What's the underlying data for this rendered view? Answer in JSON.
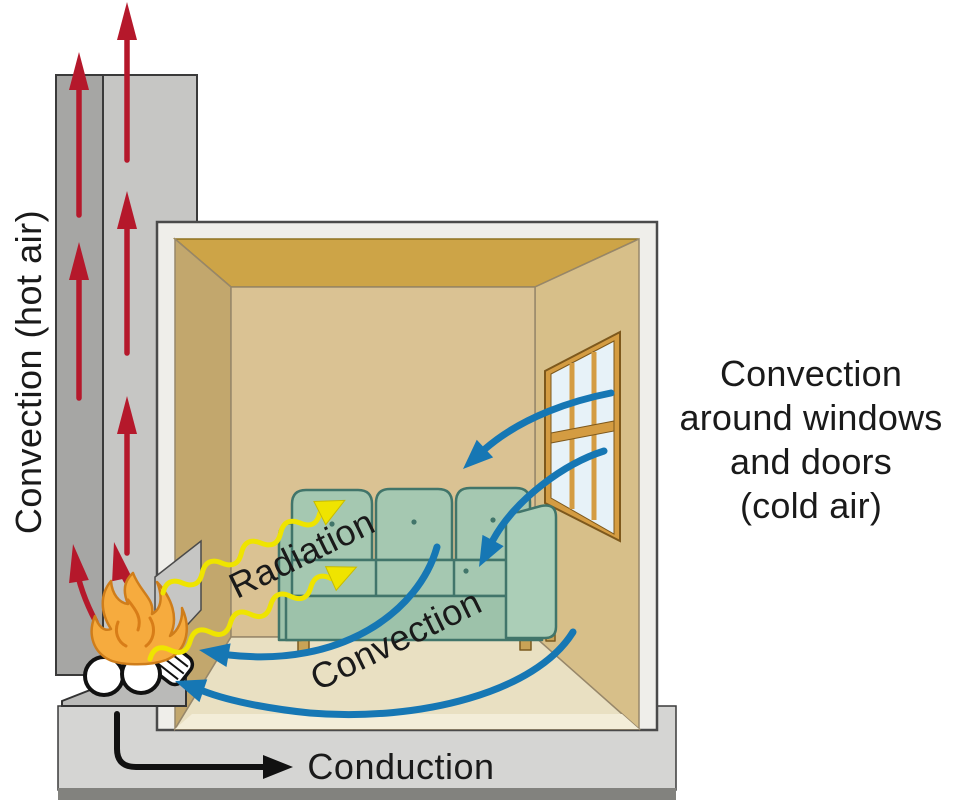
{
  "figure": {
    "type": "heat-transfer-fireplace-diagram",
    "labels": {
      "chimney_vertical": "Convection (hot air)",
      "radiation": "Radiation",
      "room_convection": "Convection",
      "conduction": "Conduction",
      "window_note": {
        "lines": [
          "Convection",
          "around windows",
          "and doors",
          "(cold air)"
        ]
      }
    },
    "colors": {
      "hot_air_arrows": "#b5182b",
      "cold_air_arrows": "#1677b4",
      "radiation_arrows": "#efe400",
      "conduction_arrow": "#111111",
      "label_text": "#1a1a1a",
      "chimney_dark": "#a6a6a4",
      "chimney_light": "#c6c6c4",
      "ceiling": "#cda447",
      "back_wall": "#dac293",
      "left_wall": "#c2a76d",
      "right_wall": "#d7bf89",
      "floor": "#e9e0c2",
      "couch": "#a5c8b1",
      "window_frame": "#d49c42",
      "window_pane": "#e7f2f8",
      "fire": "#f6ab3e"
    }
  }
}
